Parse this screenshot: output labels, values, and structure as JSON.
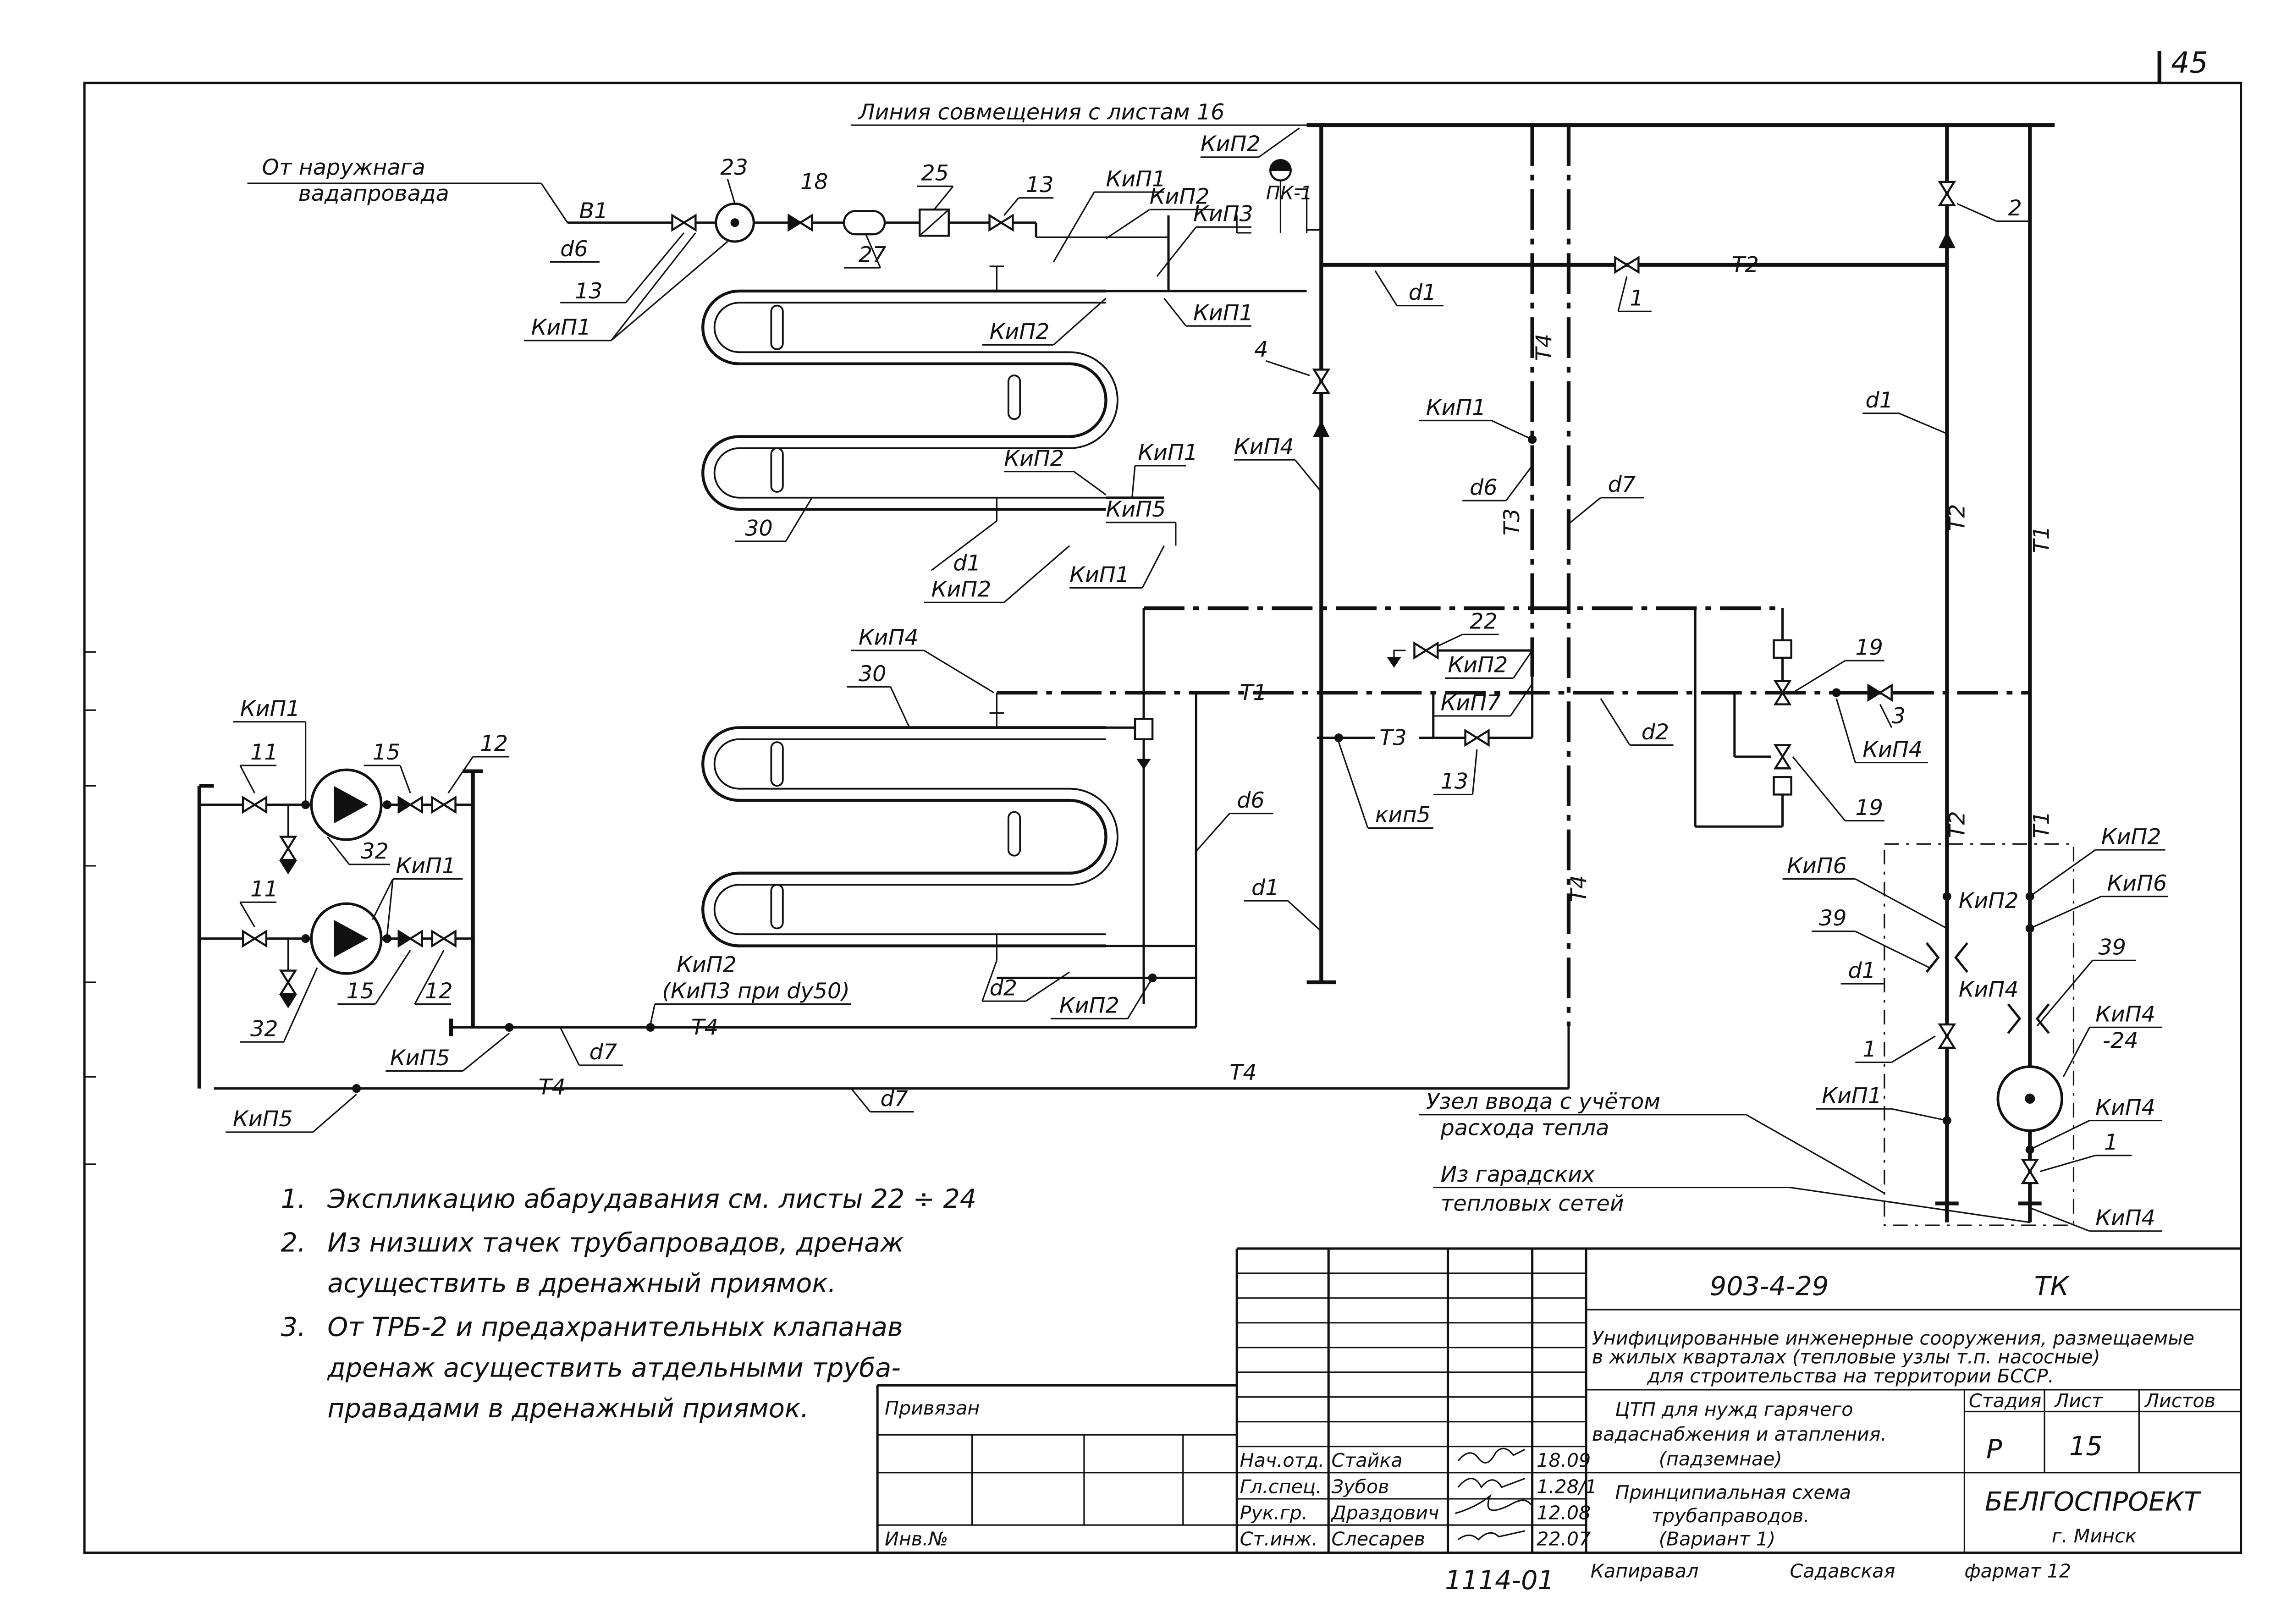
{
  "sheet": {
    "page_number": "45",
    "header_line": "Линия совмещения с листам 16"
  },
  "source": {
    "water_supply": [
      "От наружнага",
      "вадапровада"
    ],
    "district_heat": [
      "Из гарадских",
      "тепловых сетей"
    ],
    "meter_node": [
      "Узел ввода с учётом",
      "расхода тепла"
    ]
  },
  "lines": {
    "B1": "B1",
    "T1": "T1",
    "T2": "T2",
    "T3": "T3",
    "T4": "T4"
  },
  "diameters": {
    "d1": "d1",
    "d2": "d2",
    "d6": "d6",
    "d7": "d7"
  },
  "instruments": {
    "kip1": "КиП1",
    "kip2": "КиП2",
    "kip3": "КиП3",
    "kip4": "КиП4",
    "kip5": "КиП5",
    "kip5_lower": "кип5",
    "kip6": "КиП6",
    "kip7": "КиП7",
    "kip2_note": "(КиП3 при dy50)",
    "pk1": "ПК-1",
    "kip4_24": "-24"
  },
  "positions": {
    "p1": "1",
    "p2": "2",
    "p3": "3",
    "p4": "4",
    "p11": "11",
    "p12": "12",
    "p13": "13",
    "p15": "15",
    "p18": "18",
    "p19": "19",
    "p22": "22",
    "p23": "23",
    "p25": "25",
    "p27": "27",
    "p30": "30",
    "p32": "32",
    "p39": "39"
  },
  "notes": [
    {
      "num": "1.",
      "lines": [
        "Экспликацию абарудавания см. листы 22 ÷ 24"
      ]
    },
    {
      "num": "2.",
      "lines": [
        "Из низших тачек трубапровадов, дренаж",
        "асуществить в дренажный приямок."
      ]
    },
    {
      "num": "3.",
      "lines": [
        "От ТРБ-2 и предахранительных клапанав",
        "дренаж асуществить атдельными труба-",
        "правадами в дренажный приямок."
      ]
    }
  ],
  "title_block": {
    "privyazan": "Привязан",
    "inv": "Инв.№",
    "doc_code": "903-4-29",
    "mark": "ТК",
    "project_title": [
      "Унифицированные инженерные сооружения, размещаемые",
      "в жилых кварталах (тепловые узлы т.п. насосные)",
      "для строительства на территории БССР."
    ],
    "object_title": [
      "ЦТП для нужд гарячего",
      "вадаснабжения и атапления.",
      "(падземнае)"
    ],
    "sheet_title": [
      "Принципиальная схема",
      "трубаправодов.",
      "(Вариант 1)"
    ],
    "col_stage": "Стадия",
    "col_sheet": "Лист",
    "col_sheets": "Листов",
    "stage": "Р",
    "sheet_no": "15",
    "org": "БЕЛГОСПРОЕКТ",
    "city": "г. Минск",
    "staff": [
      {
        "role": "Нач.отд.",
        "name": "Стайка",
        "date": "18.09"
      },
      {
        "role": "Гл.спец.",
        "name": "Зубов",
        "date": "1.28/1"
      },
      {
        "role": "Рук.гр.",
        "name": "Драздович",
        "date": "12.08"
      },
      {
        "role": "Ст.инж.",
        "name": "Слесарев",
        "date": "22.07"
      }
    ],
    "footer_number": "1114-01",
    "copied_label": "Капиравал",
    "copied_name": "Садавская",
    "format": "фармат 12"
  }
}
